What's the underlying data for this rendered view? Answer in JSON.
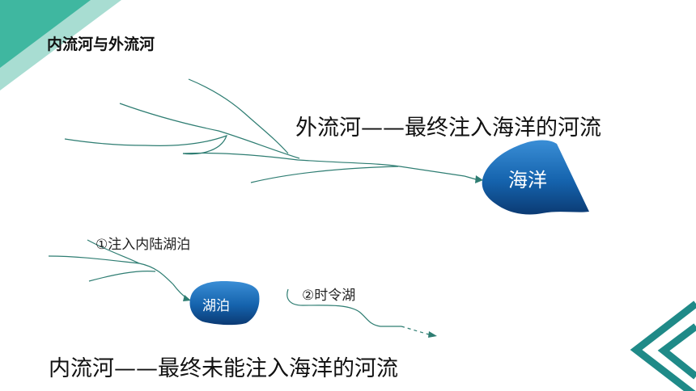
{
  "slide": {
    "title": "内流河与外流河",
    "outer_river_definition": "外流河——最终注入海洋的河流",
    "inner_river_definition": "内流河——最终未能注入海洋的河流",
    "ocean_label": "海洋",
    "lake_label": "湖泊",
    "note_inland_lake": "①注入内陆湖泊",
    "note_seasonal_lake": "②时令湖"
  },
  "colors": {
    "river": "#2e7d72",
    "accent_teal": "#3fb7a0",
    "water_blue": "#1c6fb4",
    "water_dark": "#0d3f79"
  }
}
